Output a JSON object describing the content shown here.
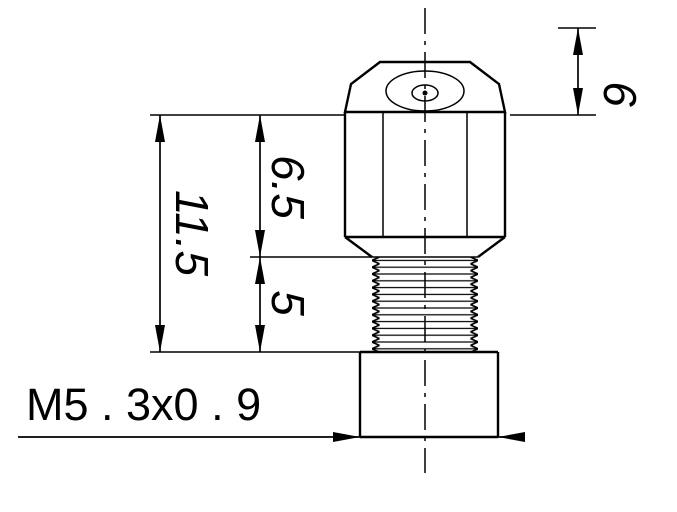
{
  "drawing": {
    "kind": "technical-dimension-drawing",
    "colors": {
      "line": "#000000",
      "background": "#ffffff"
    },
    "dims": {
      "head_top": "6",
      "hex_height": "6.5",
      "overall": "11.5",
      "thread_length": "5",
      "thread_spec": "M5 . 3x0 . 9"
    }
  }
}
